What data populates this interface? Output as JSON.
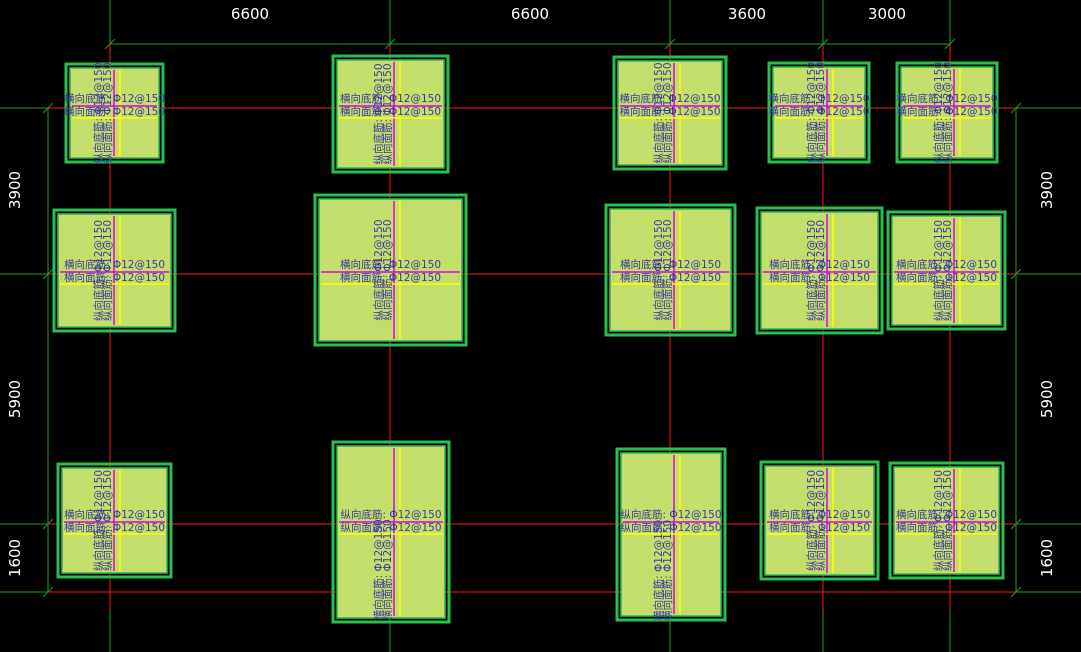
{
  "colors": {
    "background": "#000000",
    "grid_red": "#ff1a1a",
    "dim_green": "#1e9e2a",
    "footing_outline": "#27c04d",
    "footing_fill": "#c4de6c",
    "rebar_yellow": "#ffff00",
    "rebar_magenta": "#e000e0",
    "label_text": "#3a3aa0",
    "dim_text": "#ffffff"
  },
  "dimensions": {
    "top": [
      "6600",
      "6600",
      "3600",
      "3000"
    ],
    "left": [
      "3900",
      "5900",
      "1600"
    ],
    "right": [
      "3900",
      "5900",
      "1600"
    ]
  },
  "labels": {
    "long_bottom": "纵向底筋: Φ12@150",
    "long_top": "纵向面筋: Φ12@150",
    "trans_bottom": "横向底筋: Φ12@150",
    "trans_top": "横向面筋: Φ12@150"
  },
  "footings": [
    {
      "id": "A1",
      "row": 0,
      "col": 0
    },
    {
      "id": "A2",
      "row": 0,
      "col": 1
    },
    {
      "id": "A3",
      "row": 0,
      "col": 2
    },
    {
      "id": "A4",
      "row": 0,
      "col": 3
    },
    {
      "id": "A5",
      "row": 0,
      "col": 4
    },
    {
      "id": "B1",
      "row": 1,
      "col": 0
    },
    {
      "id": "B2",
      "row": 1,
      "col": 1
    },
    {
      "id": "B3",
      "row": 1,
      "col": 2
    },
    {
      "id": "B4",
      "row": 1,
      "col": 3
    },
    {
      "id": "B5",
      "row": 1,
      "col": 4
    },
    {
      "id": "C1",
      "row": 2,
      "col": 0
    },
    {
      "id": "C2",
      "row": 2,
      "col": 1
    },
    {
      "id": "C3",
      "row": 2,
      "col": 2
    },
    {
      "id": "C4",
      "row": 2,
      "col": 3
    },
    {
      "id": "C5",
      "row": 2,
      "col": 4
    }
  ]
}
